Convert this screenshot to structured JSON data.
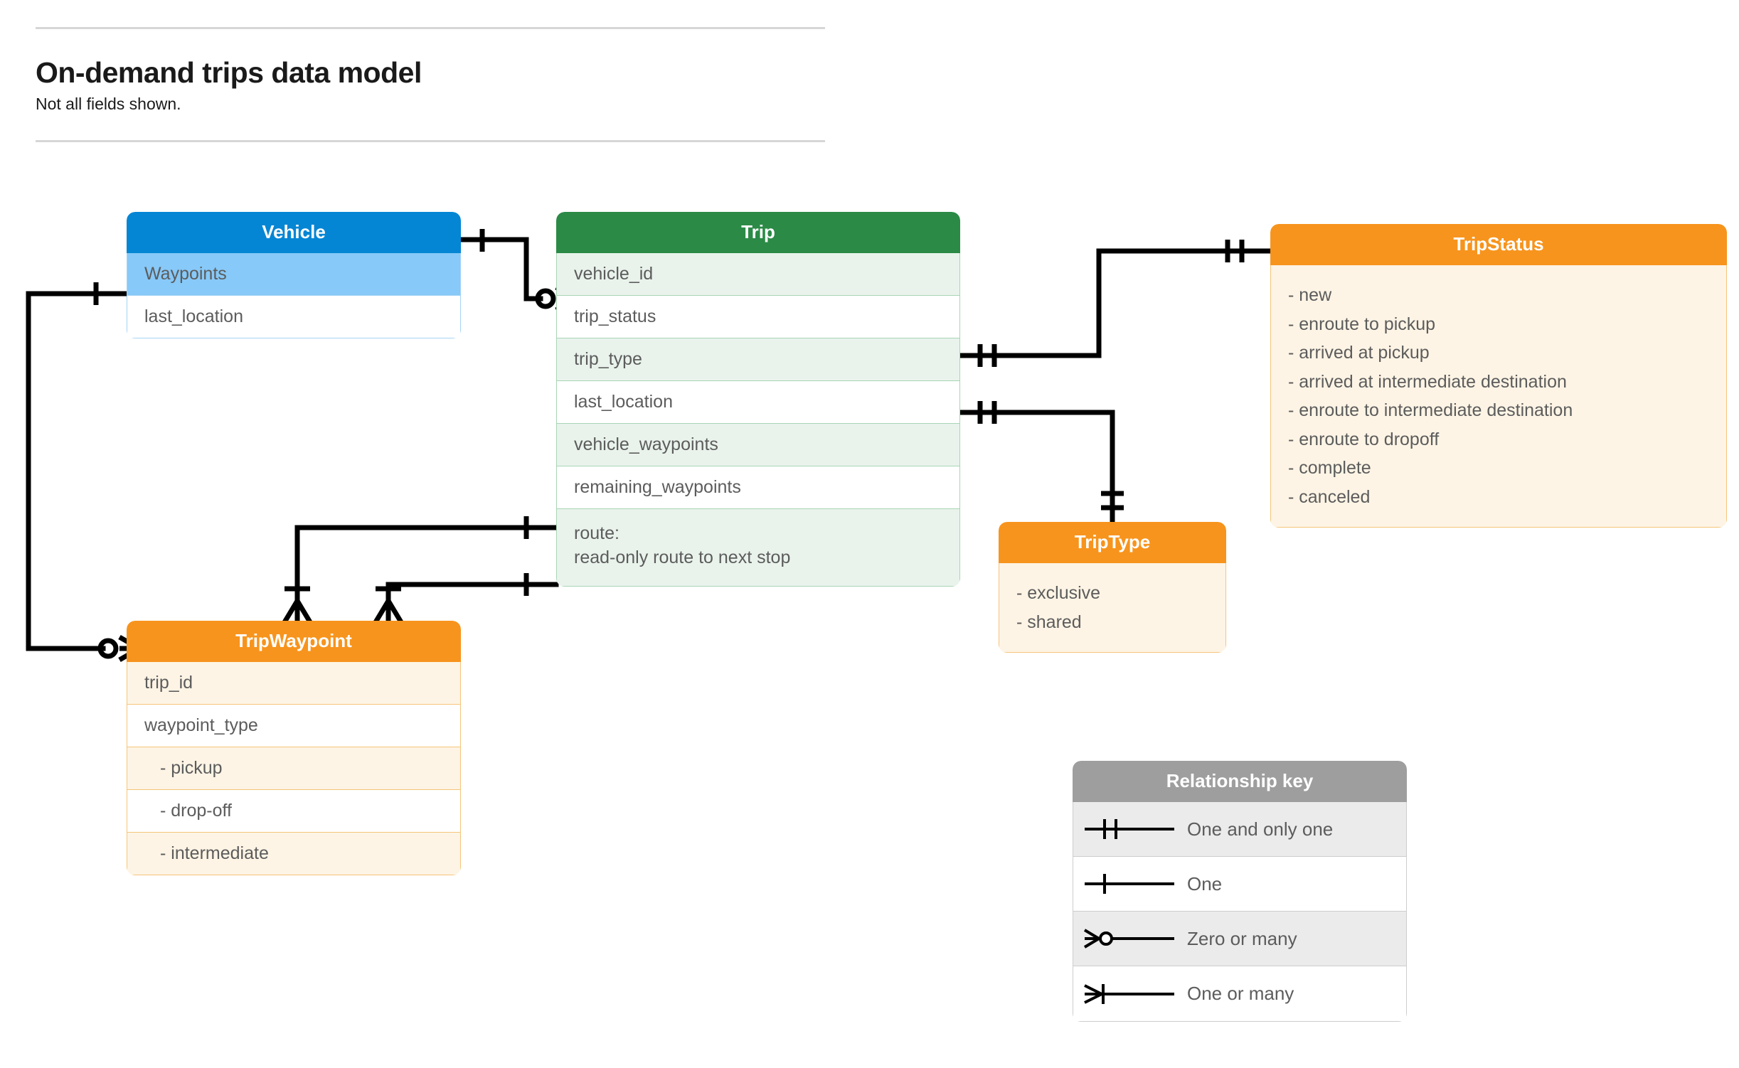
{
  "header": {
    "title": "On-demand trips data model",
    "subtitle": "Not all fields shown."
  },
  "colors": {
    "vehicle_header": "#0586d4",
    "vehicle_row_alt": "#87c9f8",
    "trip_header": "#2b8a46",
    "trip_row_alt": "#e9f3ec",
    "orange_header": "#f7941d",
    "orange_row_alt": "#fdf4e5",
    "key_header": "#9e9e9e",
    "key_row_alt": "#ebebeb",
    "connector": "#000000"
  },
  "entities": {
    "vehicle": {
      "title": "Vehicle",
      "rows": [
        "Waypoints",
        "last_location"
      ]
    },
    "trip": {
      "title": "Trip",
      "rows": [
        "vehicle_id",
        "trip_status",
        "trip_type",
        "last_location",
        "vehicle_waypoints",
        "remaining_waypoints"
      ],
      "route_label": "route:",
      "route_desc": "read-only route to next stop"
    },
    "tripwaypoint": {
      "title": "TripWaypoint",
      "rows": [
        "trip_id",
        "waypoint_type"
      ],
      "waypoint_types": [
        "-  pickup",
        "-  drop-off",
        "-  intermediate"
      ]
    },
    "tripstatus": {
      "title": "TripStatus",
      "values": [
        "- new",
        "- enroute to pickup",
        "- arrived at pickup",
        "- arrived at intermediate destination",
        "- enroute to intermediate destination",
        "- enroute to dropoff",
        "- complete",
        "- canceled"
      ]
    },
    "triptype": {
      "title": "TripType",
      "values": [
        "- exclusive",
        "- shared"
      ]
    }
  },
  "relationship_key": {
    "title": "Relationship key",
    "rows": [
      {
        "symbol": "one-and-only-one",
        "label": "One and only one"
      },
      {
        "symbol": "one",
        "label": "One"
      },
      {
        "symbol": "zero-or-many",
        "label": "Zero or many"
      },
      {
        "symbol": "one-or-many",
        "label": "One or many"
      }
    ]
  },
  "relationships": [
    {
      "from": "Vehicle",
      "from_card": "one",
      "to": "Trip.vehicle_id",
      "to_card": "zero-or-many"
    },
    {
      "from": "Vehicle.Waypoints",
      "from_card": "one",
      "to": "TripWaypoint",
      "to_card": "zero-or-many"
    },
    {
      "from": "Trip.trip_status",
      "from_card": "one-and-only-one",
      "to": "TripStatus",
      "to_card": "one-and-only-one"
    },
    {
      "from": "Trip.trip_type",
      "from_card": "one-and-only-one",
      "to": "TripType",
      "to_card": "one-and-only-one"
    },
    {
      "from": "Trip.vehicle_waypoints",
      "from_card": "one",
      "to": "TripWaypoint",
      "to_card": "one-or-many"
    },
    {
      "from": "Trip.remaining_waypoints",
      "from_card": "one",
      "to": "TripWaypoint",
      "to_card": "one-or-many"
    }
  ]
}
